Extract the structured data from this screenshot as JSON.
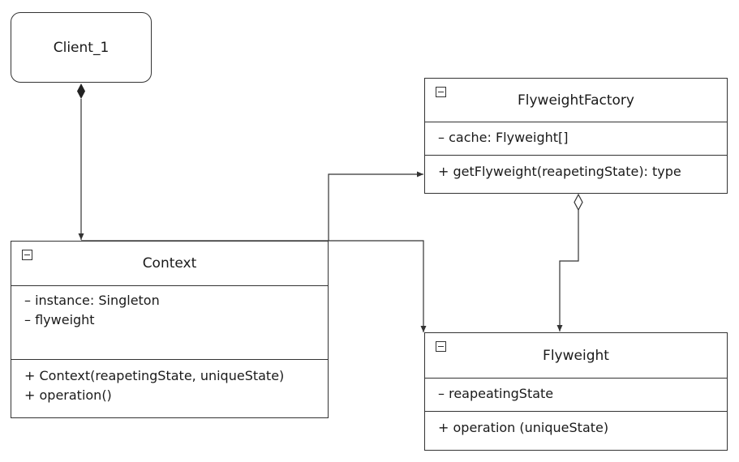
{
  "client": {
    "name": "Client_1"
  },
  "factory": {
    "name": "FlyweightFactory",
    "attributes": [
      "– cache: Flyweight[]"
    ],
    "operations": [
      "+ getFlyweight(reapetingState): type"
    ]
  },
  "context": {
    "name": "Context",
    "attributes": [
      "– instance: Singleton",
      "– flyweight"
    ],
    "operations": [
      "+ Context(reapetingState, uniqueState)",
      "+ operation()"
    ]
  },
  "flyweight": {
    "name": "Flyweight",
    "attributes": [
      "– reapeatingState"
    ],
    "operations": [
      "+ operation (uniqueState)"
    ]
  },
  "relations": [
    {
      "from": "client",
      "to": "context",
      "kind": "composition"
    },
    {
      "from": "context",
      "to": "factory",
      "kind": "association"
    },
    {
      "from": "context",
      "to": "flyweight",
      "kind": "association"
    },
    {
      "from": "factory",
      "to": "flyweight",
      "kind": "aggregation"
    }
  ]
}
